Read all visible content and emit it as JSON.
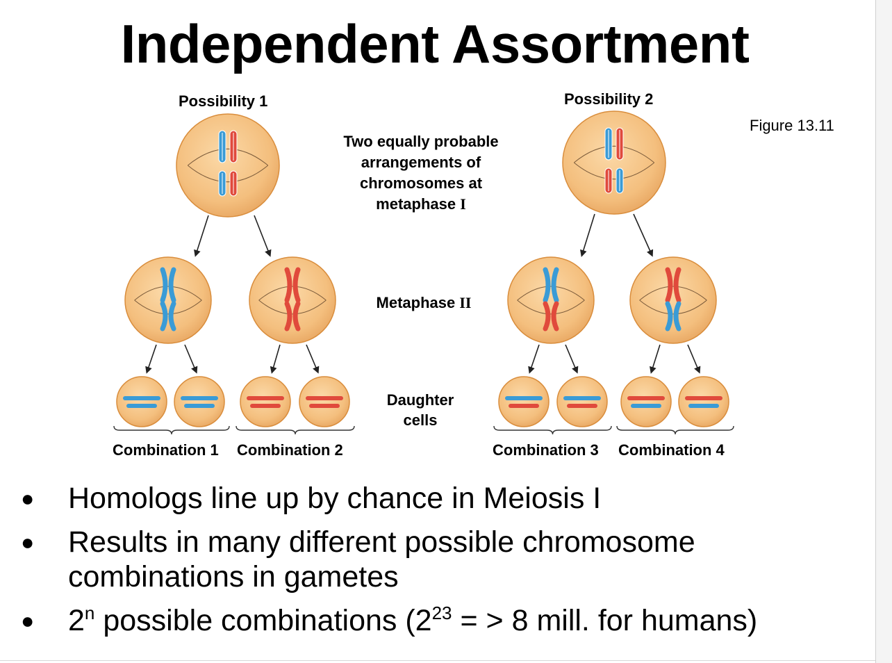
{
  "title": "Independent Assortment",
  "figure_label": "Figure 13.11",
  "possibilities": [
    {
      "label": "Possibility 1"
    },
    {
      "label": "Possibility 2"
    }
  ],
  "center_labels": {
    "arrangements": [
      "Two equally probable",
      "arrangements of",
      "chromosomes at",
      "metaphase"
    ],
    "arrangements_roman": "I",
    "metaphase2": "Metaphase",
    "metaphase2_roman": "II",
    "daughter_cells": [
      "Daughter",
      "cells"
    ]
  },
  "combinations": [
    "Combination 1",
    "Combination 2",
    "Combination 3",
    "Combination 4"
  ],
  "colors": {
    "cell_fill": "#f4bf7e",
    "cell_stroke": "#d98d3c",
    "chromosome_blue": "#3a9bd6",
    "chromosome_red": "#e04a3c",
    "spindle": "#7a5a3a"
  },
  "bullets": [
    {
      "text": "Homologs line up by chance in Meiosis I"
    },
    {
      "text": "Results in many different possible chromosome combinations in gametes"
    },
    {
      "pre": "2",
      "sup1": "n",
      "mid": " possible combinations (2",
      "sup2": "23",
      "post": " = > 8 mill. for humans)"
    }
  ]
}
